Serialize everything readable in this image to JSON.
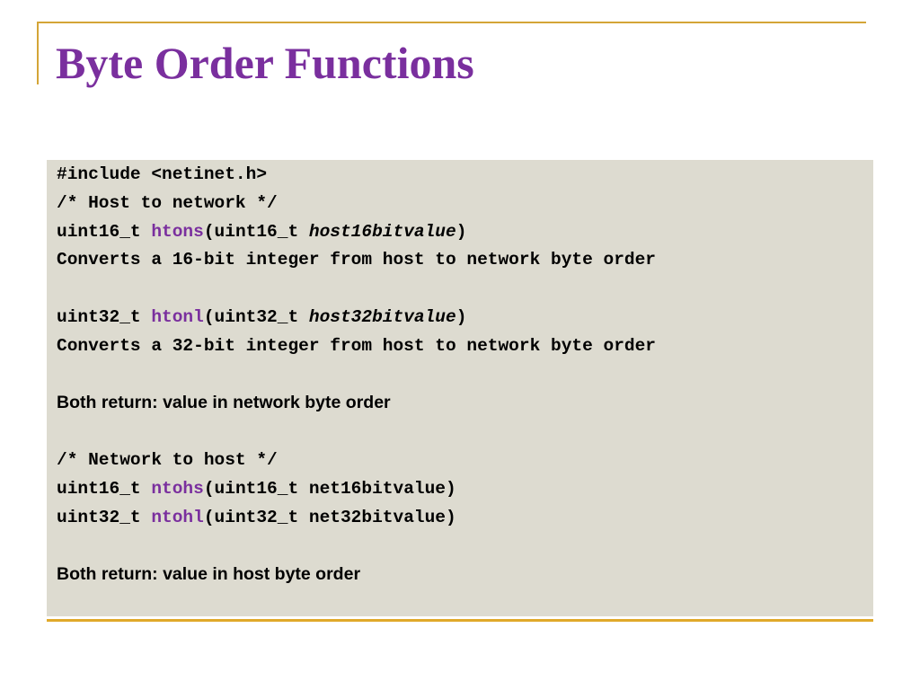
{
  "slide": {
    "title": "Byte Order Functions"
  },
  "code": {
    "include": "#include <netinet.h>",
    "comment_host_to_network": "/* Host to network */",
    "htons": {
      "return_type": "uint16_t ",
      "name": "htons",
      "open": "(uint16_t ",
      "param": "host16bitvalue",
      "close": ")"
    },
    "htons_desc": "Converts a 16-bit integer from host to network byte order",
    "htonl": {
      "return_type": "uint32_t ",
      "name": "htonl",
      "open": "(uint32_t ",
      "param": "host32bitvalue",
      "close": ")"
    },
    "htonl_desc": "Converts a 32-bit integer from host to network byte order",
    "return_network": "Both return: value in network byte order",
    "comment_network_to_host": "/* Network to host */",
    "ntohs": {
      "return_type": "uint16_t ",
      "name": "ntohs",
      "open": "(uint16_t ",
      "param": "net16bitvalue",
      "close": ")"
    },
    "ntohl": {
      "return_type": "uint32_t ",
      "name": "ntohl",
      "open": "(uint32_t ",
      "param": "net32bitvalue",
      "close": ")"
    },
    "return_host": "Both return: value in host byte order"
  },
  "colors": {
    "title": "#7a2f9e",
    "function_name": "#7a2f9e",
    "accent_rule": "#d4a537",
    "code_background": "#dddbd0"
  }
}
